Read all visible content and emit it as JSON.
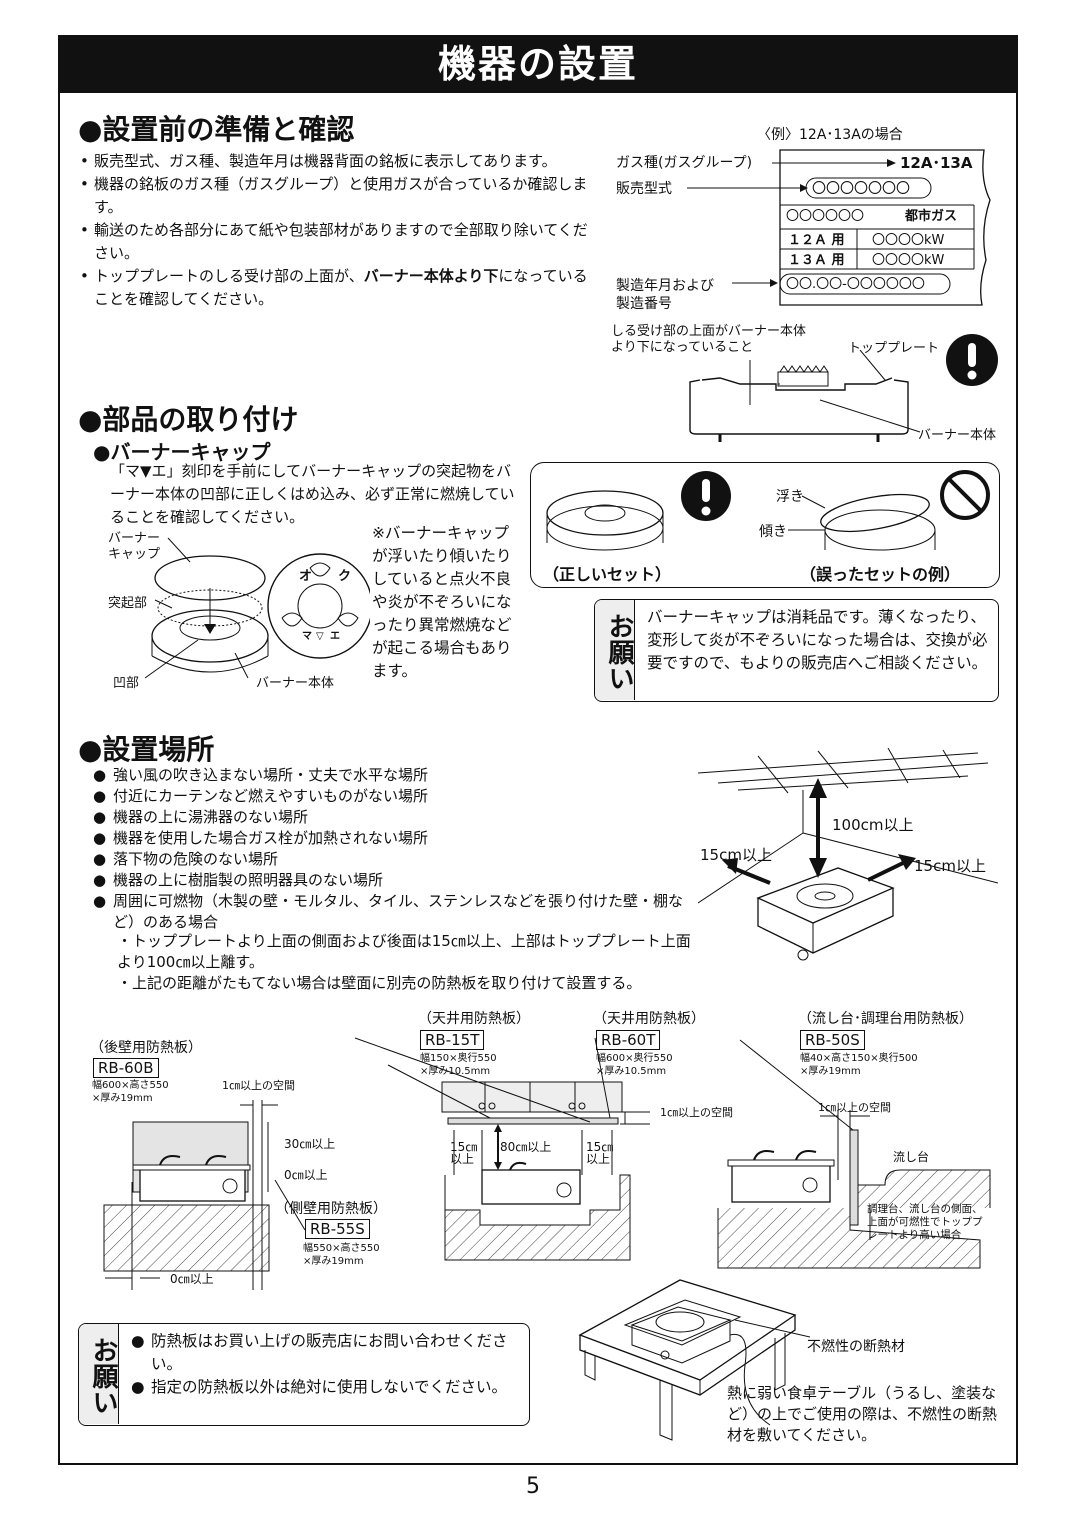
{
  "page_title": "機器の設置",
  "page_number": "5",
  "prep": {
    "heading": "●設置前の準備と確認",
    "items": [
      "販売型式、ガス種、製造年月は機器背面の銘板に表示してあります。",
      "機器の銘板のガス種（ガスグループ）と使用ガスが合っているか確認します。",
      "輸送のため各部分にあて紙や包装部材がありますので全部取り除いてください。"
    ],
    "item4_before": "トッププレートのしる受け部の上面が、",
    "item4_bold": "バーナー本体より下",
    "item4_after": "になっていることを確認してください。",
    "nameplate": {
      "example": "〈例〉12A･13Aの場合",
      "label_gas": "ガス種(ガスグループ)",
      "gas_value": "12A･13A",
      "label_model": "販売型式",
      "model_value": "〇〇〇〇〇〇〇",
      "row1_left": "〇〇〇〇〇〇",
      "row1_right": "都市ガス",
      "row2_left": "１２Ａ 用",
      "row2_right": "〇〇〇〇kW",
      "row3_left": "１３Ａ 用",
      "row3_right": "〇〇〇〇kW",
      "label_serial1": "製造年月および",
      "label_serial2": "製造番号",
      "serial_value": "〇〇.〇〇-〇〇〇〇〇〇"
    },
    "diagram": {
      "note1": "しる受け部の上面がバーナー本体",
      "note2": "より下になっていること",
      "top_plate": "トッププレート",
      "burner_body": "バーナー本体"
    }
  },
  "parts": {
    "heading": "●部品の取り付け",
    "sub_heading": "●バーナーキャップ",
    "para": "「マ▼エ」刻印を手前にしてバーナーキャップの突起物をバーナー本体の凹部に正しくはめ込み、必ず正常に燃焼していることを確認してください。",
    "warn_note": "※バーナーキャップが浮いたり傾いたりしていると点火不良や炎が不ぞろいになったり異常燃焼などが起こる場合もあります。",
    "labels": {
      "burner_cap": "バーナー\nキャップ",
      "protrusion": "突起部",
      "recess": "凹部",
      "burner_body": "バーナー本体",
      "cap_top_o": "オ",
      "cap_top_ku": "ク",
      "cap_ma": "マ",
      "cap_tri": "▽",
      "cap_e": "エ"
    },
    "correct_set": "（正しいセット）",
    "wrong_set": "（誤ったセットの例）",
    "floating": "浮き",
    "tilt": "傾き",
    "onegai_tab": "お願い",
    "onegai_text": "バーナーキャップは消耗品です。薄くなったり、変形して炎が不ぞろいになった場合は、交換が必要ですので、もよりの販売店へご相談ください。"
  },
  "location": {
    "heading": "●設置場所",
    "items": [
      "強い風の吹き込まない場所・丈夫で水平な場所",
      "付近にカーテンなど燃えやすいものがない場所",
      "機器の上に湯沸器のない場所",
      "機器を使用した場合ガス栓が加熱されない場所",
      "落下物の危険のない場所",
      "機器の上に樹脂製の照明器具のない場所",
      "周囲に可燃物（木製の壁・モルタル、タイル、ステンレスなどを張り付けた壁・棚など）のある場合"
    ],
    "sub1": "・トッププレートより上面の側面および後面は15㎝以上、上部はトッププレート上面より100㎝以上離す。",
    "sub2": "・上記の距離がたもてない場合は壁面に別売の防熱板を取り付けて設置する。",
    "clear_top": "100cm以上",
    "clear_left": "15cm以上",
    "clear_right": "15cm以上"
  },
  "boards": {
    "rear_title": "（後壁用防熱板）",
    "rear_model": "RB-60B",
    "rear_size1": "幅600×高さ550",
    "rear_size2": "×厚み19mm",
    "gap_1cm": "1㎝以上の空間",
    "h_30": "30㎝以上",
    "h_0": "0㎝以上",
    "w_0": "0㎝以上",
    "side_title": "（側壁用防熱板）",
    "side_model": "RB-55S",
    "side_size1": "幅550×高さ550",
    "side_size2": "×厚み19mm",
    "ceil1_title": "（天井用防熱板）",
    "ceil1_model": "RB-15T",
    "ceil1_size1": "幅150×奥行550",
    "ceil1_size2": "×厚み10.5mm",
    "ceil2_title": "（天井用防熱板）",
    "ceil2_model": "RB-60T",
    "ceil2_size1": "幅600×奥行550",
    "ceil2_size2": "×厚み10.5mm",
    "ceil_gap": "1㎝以上の空間",
    "ceil_15a": "15㎝\n以上",
    "ceil_80": "80㎝以上",
    "ceil_15b": "15㎝\n以上",
    "sink_title": "（流し台･調理台用防熱板）",
    "sink_model": "RB-50S",
    "sink_size1": "幅40×高さ150×奥行500",
    "sink_size2": "×厚み19mm",
    "sink_gap": "1㎝以上の空間",
    "sink_label": "流し台",
    "sink_note": "調理台、流し台の側面、上面が可燃性でトッププレートより高い場合"
  },
  "bottom": {
    "onegai_tab": "お願い",
    "item1": "防熱板はお買い上げの販売店にお問い合わせください。",
    "item2": "指定の防熱板以外は絶対に使用しないでください。",
    "insulation": "不燃性の断熱材",
    "table_note": "熱に弱い食卓テーブル（うるし、塗装など）の上でご使用の際は、不燃性の断熱材を敷いてください。"
  }
}
